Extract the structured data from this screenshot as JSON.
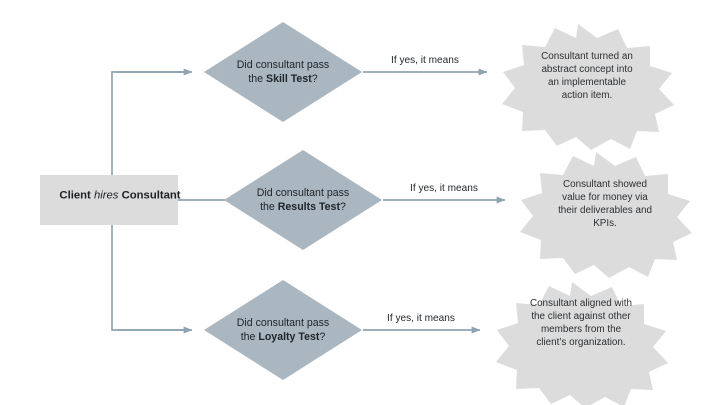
{
  "diagram": {
    "title": "Consultant evaluation flowchart",
    "colors": {
      "background": "#ffffff",
      "start_box_fill": "#dcdcdc",
      "decision_fill": "#aab7c0",
      "callout_fill": "#dcdcdc",
      "connector": "#8fa4b1",
      "text": "#22262a"
    },
    "start": {
      "label_prefix": "Client ",
      "label_emphasis": "hires",
      "label_suffix": " Consultant",
      "full_label": "Client hires Consultant"
    },
    "branches": [
      {
        "decision": {
          "line1": "Did consultant pass",
          "line2_prefix": "the ",
          "line2_bold": "Skill Test",
          "line2_suffix": "?",
          "full_text": "Did consultant pass the Skill Test?"
        },
        "edge_label": "If yes, it means",
        "outcome": {
          "lines": [
            "Consultant turned an",
            "abstract concept into",
            "an implementable",
            "action item."
          ],
          "full_text": "Consultant turned an abstract concept into an implementable action item."
        }
      },
      {
        "decision": {
          "line1": "Did consultant pass",
          "line2_prefix": "the ",
          "line2_bold": "Results Test",
          "line2_suffix": "?",
          "full_text": "Did consultant pass the Results Test?"
        },
        "edge_label": "If yes, it means",
        "outcome": {
          "lines": [
            "Consultant showed",
            "value for money via",
            "their deliverables and",
            "KPIs."
          ],
          "full_text": "Consultant showed value for money via their deliverables and KPIs."
        }
      },
      {
        "decision": {
          "line1": "Did consultant pass",
          "line2_prefix": "the ",
          "line2_bold": "Loyalty Test",
          "line2_suffix": "?",
          "full_text": "Did consultant pass the Loyalty Test?"
        },
        "edge_label": "If yes, it means",
        "outcome": {
          "lines": [
            "Consultant aligned with",
            "the client against other",
            "members from the",
            "client’s organization."
          ],
          "full_text": "Consultant aligned with the client against other members from the client’s organization."
        }
      }
    ]
  }
}
